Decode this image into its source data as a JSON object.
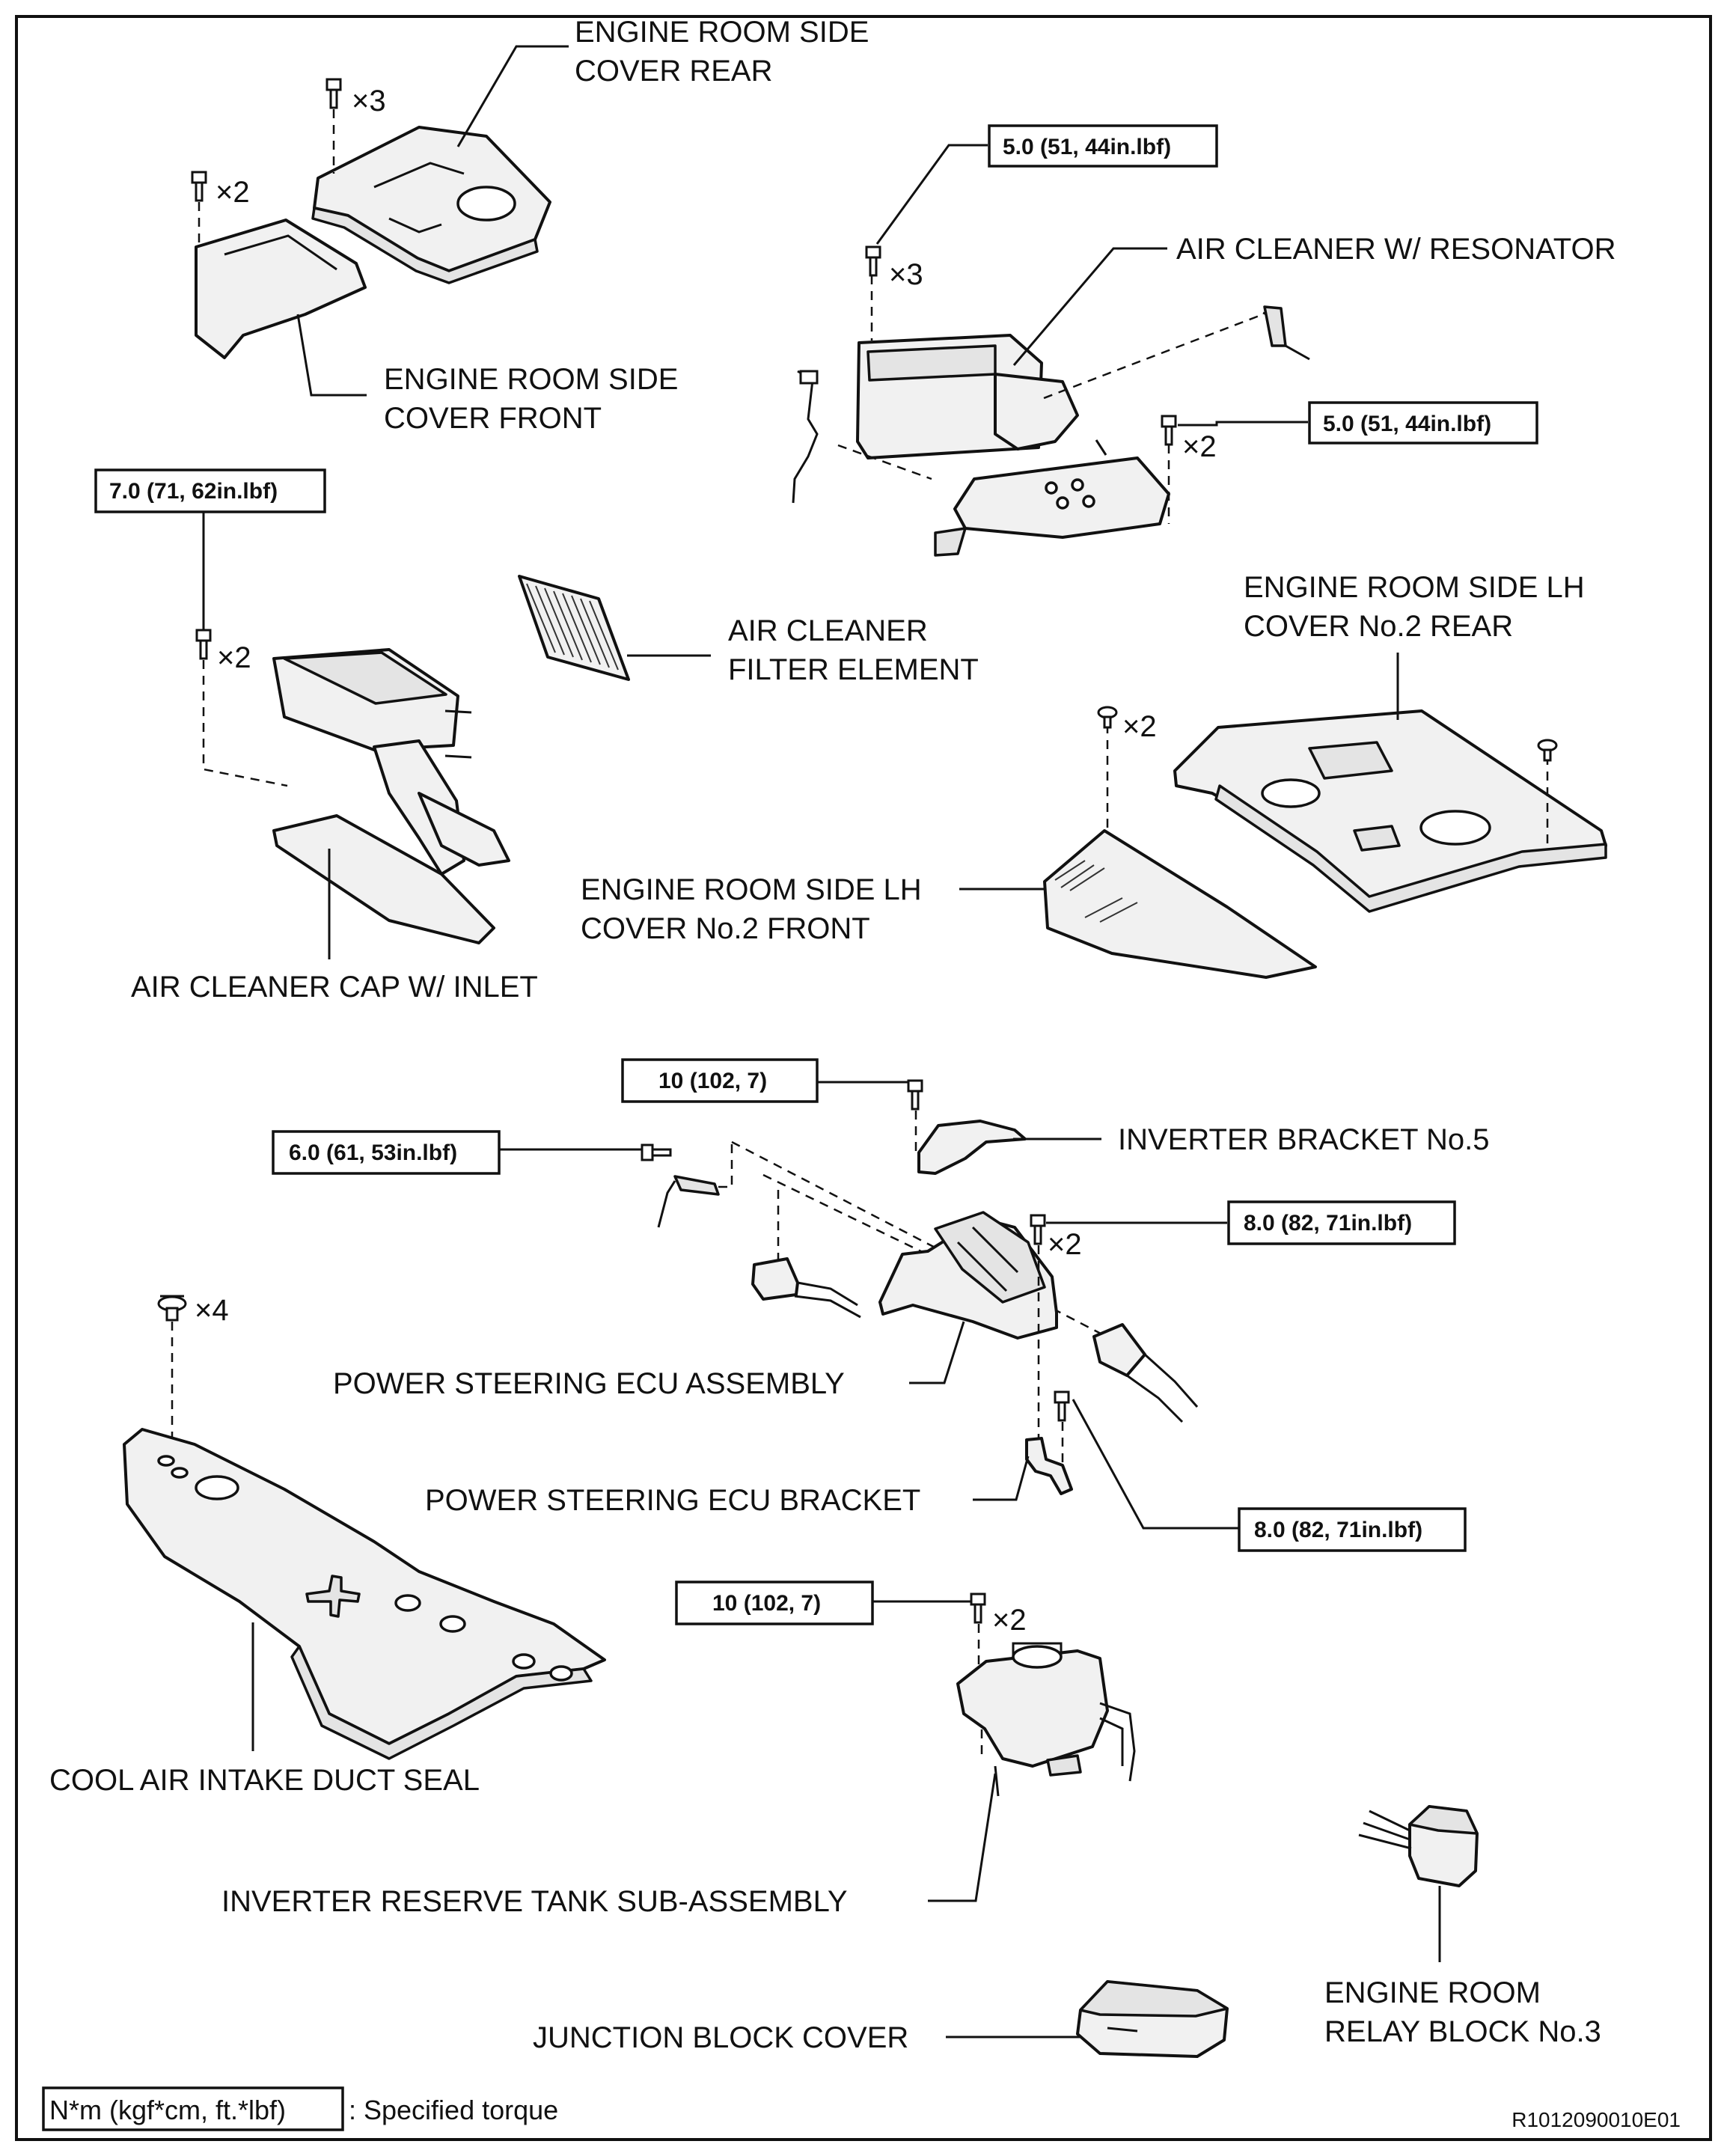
{
  "parts": {
    "engine_room_side_cover_rear": [
      "ENGINE ROOM SIDE",
      "COVER REAR"
    ],
    "engine_room_side_cover_front": [
      "ENGINE ROOM SIDE",
      "COVER FRONT"
    ],
    "air_cleaner_w_resonator": "AIR CLEANER W/ RESONATOR",
    "air_cleaner_filter_element": [
      "AIR CLEANER",
      "FILTER ELEMENT"
    ],
    "engine_room_side_lh_cover_no2_rear": [
      "ENGINE ROOM SIDE LH",
      "COVER No.2 REAR"
    ],
    "engine_room_side_lh_cover_no2_front": [
      "ENGINE ROOM SIDE LH",
      "COVER No.2 FRONT"
    ],
    "air_cleaner_cap_w_inlet": "AIR CLEANER CAP W/ INLET",
    "inverter_bracket_no5": "INVERTER BRACKET No.5",
    "power_steering_ecu_assembly": "POWER STEERING ECU ASSEMBLY",
    "power_steering_ecu_bracket": "POWER STEERING ECU BRACKET",
    "cool_air_intake_duct_seal": "COOL AIR INTAKE DUCT SEAL",
    "inverter_reserve_tank_sub_assembly": "INVERTER RESERVE TANK SUB-ASSEMBLY",
    "junction_block_cover": "JUNCTION BLOCK COVER",
    "engine_room_relay_block_no3": [
      "ENGINE ROOM",
      "RELAY BLOCK No.3"
    ]
  },
  "torques": {
    "air_cleaner_top": "5.0 (51, 44in.lbf)",
    "air_cleaner_side": "5.0 (51, 44in.lbf)",
    "cap_inlet": "7.0 (71, 62in.lbf)",
    "inverter_bracket": "10 (102, 7)",
    "ecu_connector": "6.0 (61, 53in.lbf)",
    "ecu_assembly": "8.0 (82, 71in.lbf)",
    "ecu_bracket": "8.0 (82, 71in.lbf)",
    "reserve_tank": "10 (102, 7)"
  },
  "quantities": {
    "cover_rear_top": "×3",
    "cover_rear_left": "×2",
    "air_cleaner_top": "×3",
    "air_cleaner_side": "×2",
    "cap_inlet": "×2",
    "lh_cover_rear": "×2",
    "ecu_assembly": "×2",
    "duct_seal": "×4",
    "reserve_tank": "×2"
  },
  "legend": {
    "unit": "N*m (kgf*cm, ft.*lbf)",
    "text": ": Specified torque"
  },
  "figure_id": "R1012090010E01"
}
